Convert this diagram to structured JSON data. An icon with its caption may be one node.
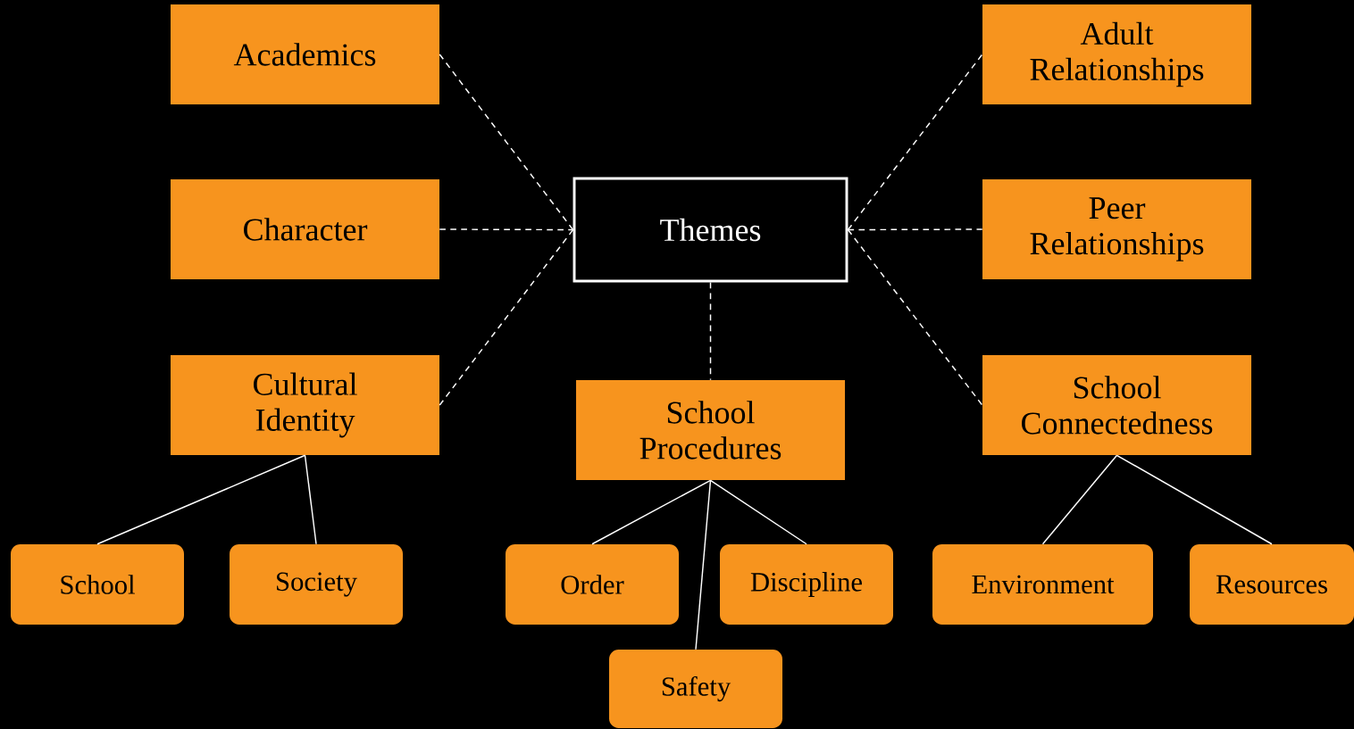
{
  "diagram": {
    "nodes": [
      {
        "text": [
          "Themes"
        ]
      },
      {
        "text": [
          "Academics"
        ]
      },
      {
        "text": [
          "Character"
        ]
      },
      {
        "text": [
          "Cultural Identity"
        ]
      },
      {
        "text": [
          "Adult Relationships"
        ]
      },
      {
        "text": [
          "Peer Relationships"
        ]
      },
      {
        "text": [
          "School Connectedness"
        ]
      },
      {
        "text": [
          "School Procedures"
        ]
      },
      {
        "text": [
          "School"
        ]
      },
      {
        "text": [
          "Society"
        ]
      },
      {
        "text": [
          "Order"
        ]
      },
      {
        "text": [
          "Discipline"
        ]
      },
      {
        "text": [
          "Safety"
        ]
      },
      {
        "text": [
          "Environment"
        ]
      },
      {
        "text": [
          "Resources"
        ]
      }
    ],
    "edges": [
      {
        "from": 1,
        "to": 0,
        "arrow": "none",
        "style": "dashed"
      },
      {
        "from": 2,
        "to": 0,
        "arrow": "none",
        "style": "dashed"
      },
      {
        "from": 3,
        "to": 0,
        "arrow": "none",
        "style": "dashed"
      },
      {
        "from": 0,
        "to": 4,
        "arrow": "none",
        "style": "dashed"
      },
      {
        "from": 0,
        "to": 5,
        "arrow": "none",
        "style": "dashed"
      },
      {
        "from": 0,
        "to": 6,
        "arrow": "none",
        "style": "dashed"
      },
      {
        "from": 0,
        "to": 7,
        "arrow": "none",
        "style": "dashed"
      },
      {
        "from": 3,
        "to": 8,
        "arrow": "none"
      },
      {
        "from": 3,
        "to": 9,
        "arrow": "none"
      },
      {
        "from": 7,
        "to": 10,
        "arrow": "none"
      },
      {
        "from": 7,
        "to": 11,
        "arrow": "none"
      },
      {
        "from": 7,
        "to": 12,
        "arrow": "none"
      },
      {
        "from": 6,
        "to": 13,
        "arrow": "none"
      },
      {
        "from": 6,
        "to": 14,
        "arrow": "none"
      }
    ]
  }
}
